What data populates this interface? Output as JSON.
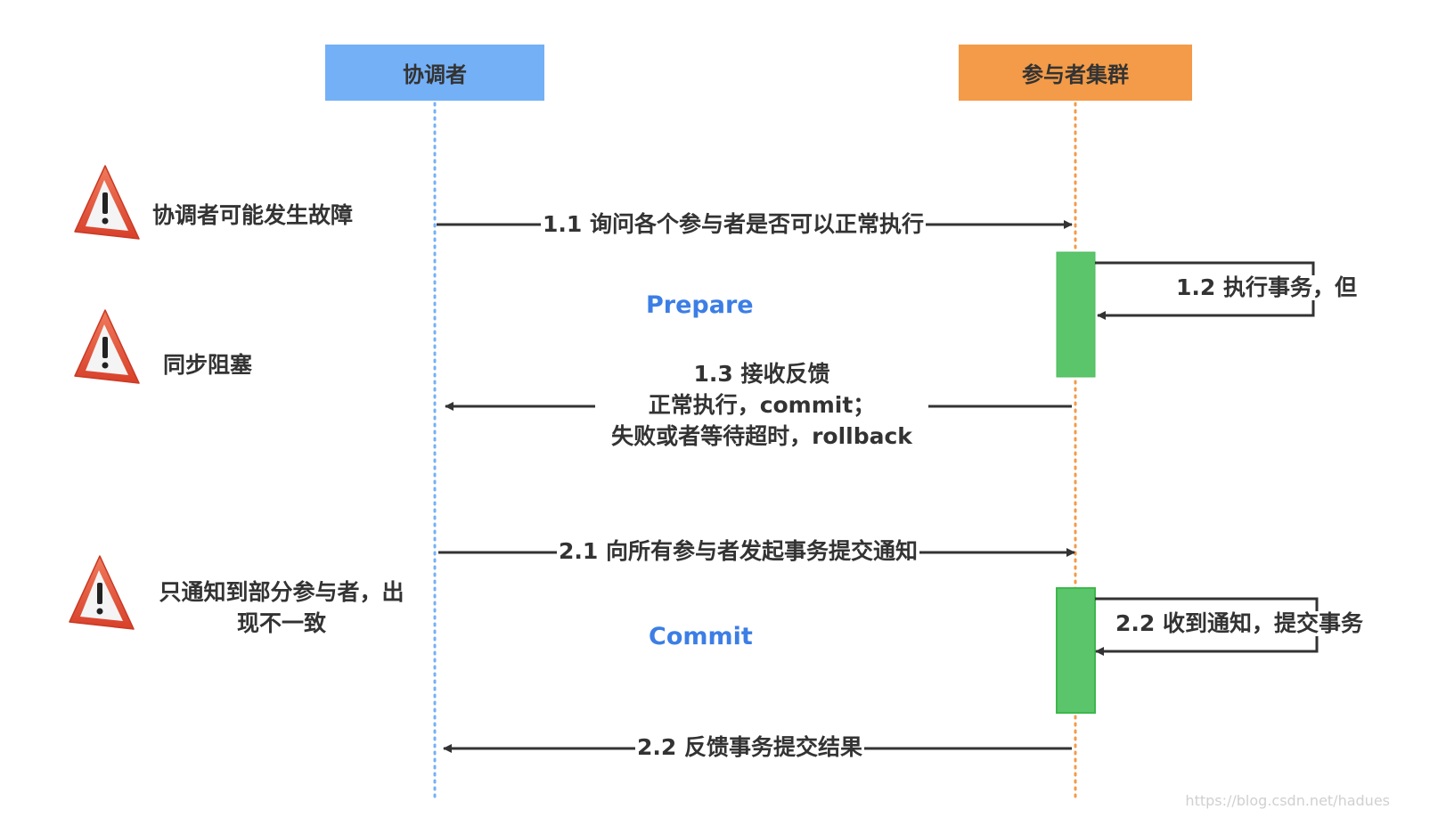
{
  "participants": {
    "coordinator": {
      "label": "协调者",
      "color": "#74b0f6",
      "lifeline_color": "#74b0f6"
    },
    "cluster": {
      "label": "参与者集群",
      "color": "#f39b48",
      "lifeline_color": "#f39b48"
    }
  },
  "phases": {
    "prepare": "Prepare",
    "commit": "Commit",
    "color": "#3c7ee6"
  },
  "messages": {
    "m1_1": "1.1 询问各个参与者是否可以正常执行",
    "m1_2": "1.2 执行事务，但",
    "m1_3_line1": "1.3 接收反馈",
    "m1_3_line2": "正常执行，commit；",
    "m1_3_line3": "失败或者等待超时，rollback",
    "m2_1": "2.1 向所有参与者发起事务提交通知",
    "m2_2_self": "2.2 收到通知，提交事务",
    "m2_2_reply": "2.2 反馈事务提交结果"
  },
  "warnings": [
    {
      "icon": "warning-icon",
      "text": "协调者可能发生故障"
    },
    {
      "icon": "warning-icon",
      "text": "同步阻塞"
    },
    {
      "icon": "warning-icon",
      "text_line1": "只通知到部分参与者，出",
      "text_line2": "现不一致"
    }
  ],
  "activation_color": "#5bc56b",
  "watermark": "https://blog.csdn.net/hadues"
}
